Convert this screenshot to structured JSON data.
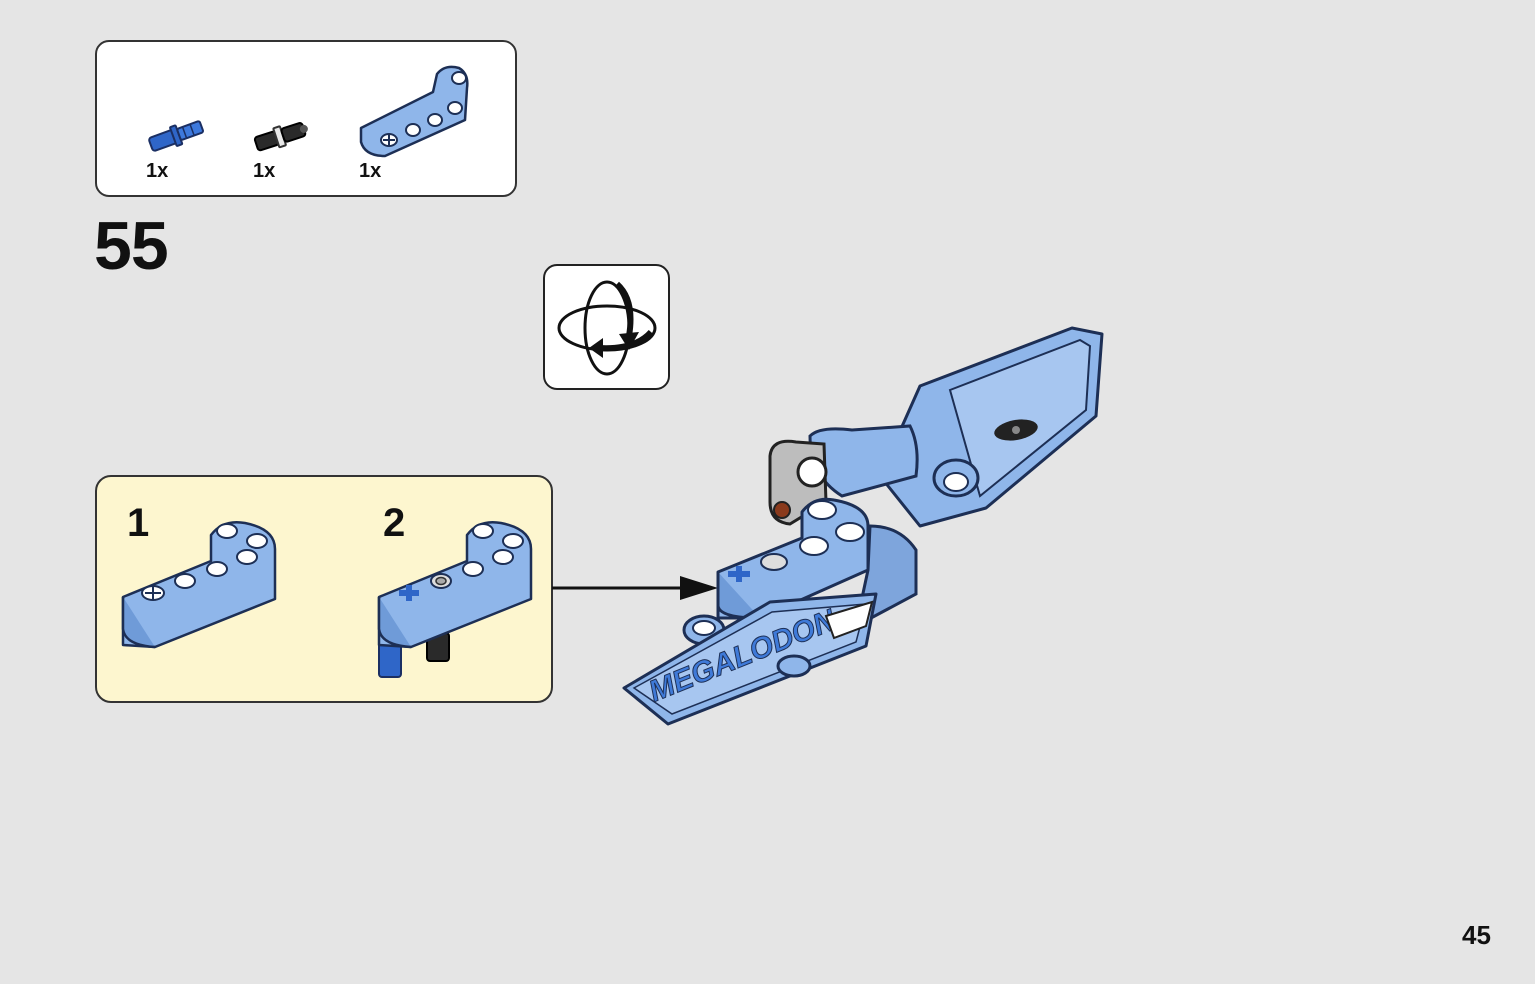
{
  "parts": [
    {
      "qty": "1x",
      "icon": "blue-axle-pin-icon"
    },
    {
      "qty": "1x",
      "icon": "black-friction-pin-icon"
    },
    {
      "qty": "1x",
      "icon": "blue-l-beam-icon"
    }
  ],
  "step": {
    "number": "55"
  },
  "rotate": {
    "icon": "rotate-model-icon"
  },
  "substeps": [
    {
      "label": "1"
    },
    {
      "label": "2"
    }
  ],
  "model": {
    "decal_text": "MEGALODON"
  },
  "page": {
    "number": "45"
  },
  "colors": {
    "background": "#e5e5e5",
    "substep_background": "#fdf6cf",
    "lego_blue": "#8fb6ea",
    "lego_blue_dark": "#3a6fd0"
  }
}
